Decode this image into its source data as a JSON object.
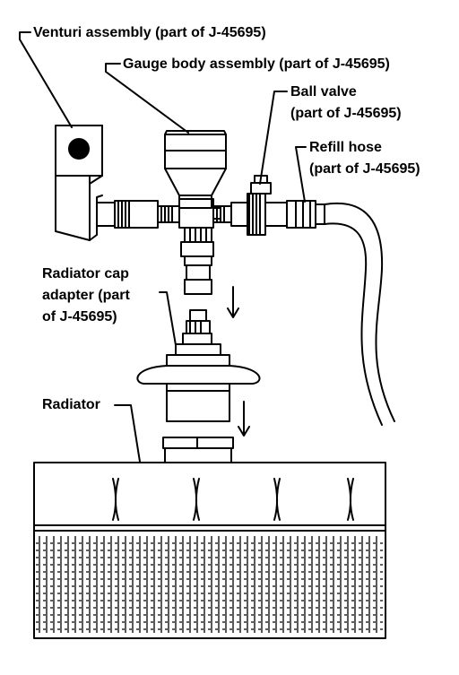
{
  "labels": {
    "venturi": "Venturi assembly (part of J-45695)",
    "gauge": "Gauge body assembly (part of J-45695)",
    "ball_valve_line1": "Ball valve",
    "ball_valve_line2": "(part of J-45695)",
    "refill_hose_line1": "Refill hose",
    "refill_hose_line2": "(part of J-45695)",
    "cap_adapter_line1": "Radiator cap",
    "cap_adapter_line2": "adapter (part",
    "cap_adapter_line3": "of J-45695)",
    "radiator": "Radiator"
  }
}
